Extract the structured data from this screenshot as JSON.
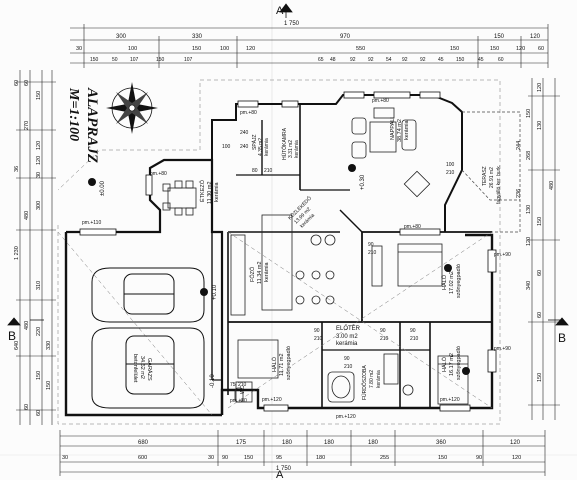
{
  "title": {
    "line1": "ALAPRAJZ",
    "line2": "M=1:100"
  },
  "sections": {
    "a_top": "A",
    "a_bottom": "A",
    "b_left": "B",
    "b_right": "B"
  },
  "dims_top": {
    "total": "1 750",
    "row1": [
      "300",
      "330",
      "970",
      "150",
      "120"
    ],
    "row2": [
      "30",
      "100",
      "150",
      "100",
      "120",
      "550",
      "150",
      "150",
      "120",
      "60"
    ],
    "row3": [
      "150",
      "50",
      "107",
      "150",
      "107",
      "65",
      "48",
      "92",
      "92",
      "54",
      "92",
      "92",
      "45",
      "150",
      "45",
      "60"
    ]
  },
  "dims_bottom": {
    "row1": [
      "680",
      "175",
      "180",
      "180",
      "180",
      "360",
      "120"
    ],
    "row2": [
      "30",
      "600",
      "30",
      "90",
      "150",
      "95",
      "180",
      "255",
      "150",
      "90",
      "120"
    ],
    "total": "1 750"
  },
  "dims_left": [
    "60",
    "60",
    "150",
    "270",
    "120",
    "120",
    "36",
    "30",
    "300",
    "310",
    "480",
    "1 230",
    "480",
    "220",
    "640",
    "330",
    "150",
    "150",
    "60",
    "60"
  ],
  "dims_right": [
    "120",
    "150",
    "130",
    "268",
    "244",
    "480",
    "236",
    "130",
    "150",
    "120",
    "60",
    "340",
    "60",
    "150"
  ],
  "levels": {
    "main": "±0.00",
    "garage": "-0.10",
    "terrace": "+0.30",
    "kitchen": "+0.10"
  },
  "rooms": {
    "living": {
      "name": "NAPPALI",
      "area": "38.74 m2",
      "floor": "kerámia"
    },
    "dining": {
      "name": "ÉTKEZŐ",
      "area": "11.30 m2",
      "floor": "kerámia"
    },
    "kitchen": {
      "name": "FŐZŐ",
      "area": "11.34 m2",
      "floor": "kerámia"
    },
    "pantry": {
      "name": "HÜTŐKAMRA",
      "area": "3.31 m2",
      "floor": "kerámia"
    },
    "storage": {
      "name": "SPÁJZ",
      "area": "4.35 m2",
      "floor": "kerámia"
    },
    "corridor": {
      "name": "KÖZLEKEDŐ",
      "area": "13.99 m2",
      "floor": "kerámia"
    },
    "terrace": {
      "name": "TERASZ",
      "area": "26.91 m2",
      "floor": "fagyálló ker. burk."
    },
    "bedroom1": {
      "name": "HÁLÓ",
      "area": "17.02 m2",
      "floor": "szőnyegpadló"
    },
    "bedroom2": {
      "name": "HÁLÓ",
      "area": "16.17 m2",
      "floor": "szőnyegpadló"
    },
    "bedroom3": {
      "name": "HÁLÓ",
      "area": "11.71 m2",
      "floor": "szőnyegpadló"
    },
    "hall": {
      "name": "ELŐTÉR",
      "area": "3.00 m2",
      "floor": "kerámia"
    },
    "bathroom": {
      "name": "FÜRDŐSZOBA",
      "area": "7.80 m2",
      "floor": "kerámia"
    },
    "garage": {
      "name": "GARÁZS",
      "area": "34.62 m2",
      "floor": "betonfelület"
    },
    "wc": {
      "name": "WC",
      "area": "",
      "floor": ""
    }
  },
  "openings": [
    "pm.+80",
    "pm.+80",
    "pm.+110",
    "pm.+80",
    "pm.+80",
    "pm.+90",
    "pm.+90",
    "pm.+120",
    "pm.+120",
    "pm.+120",
    "pm.+80"
  ],
  "door_widths": [
    "90",
    "210",
    "90",
    "210",
    "90",
    "210",
    "90",
    "210",
    "90",
    "210",
    "75",
    "210",
    "240",
    "100",
    "240",
    "80",
    "210",
    "100",
    "210"
  ]
}
